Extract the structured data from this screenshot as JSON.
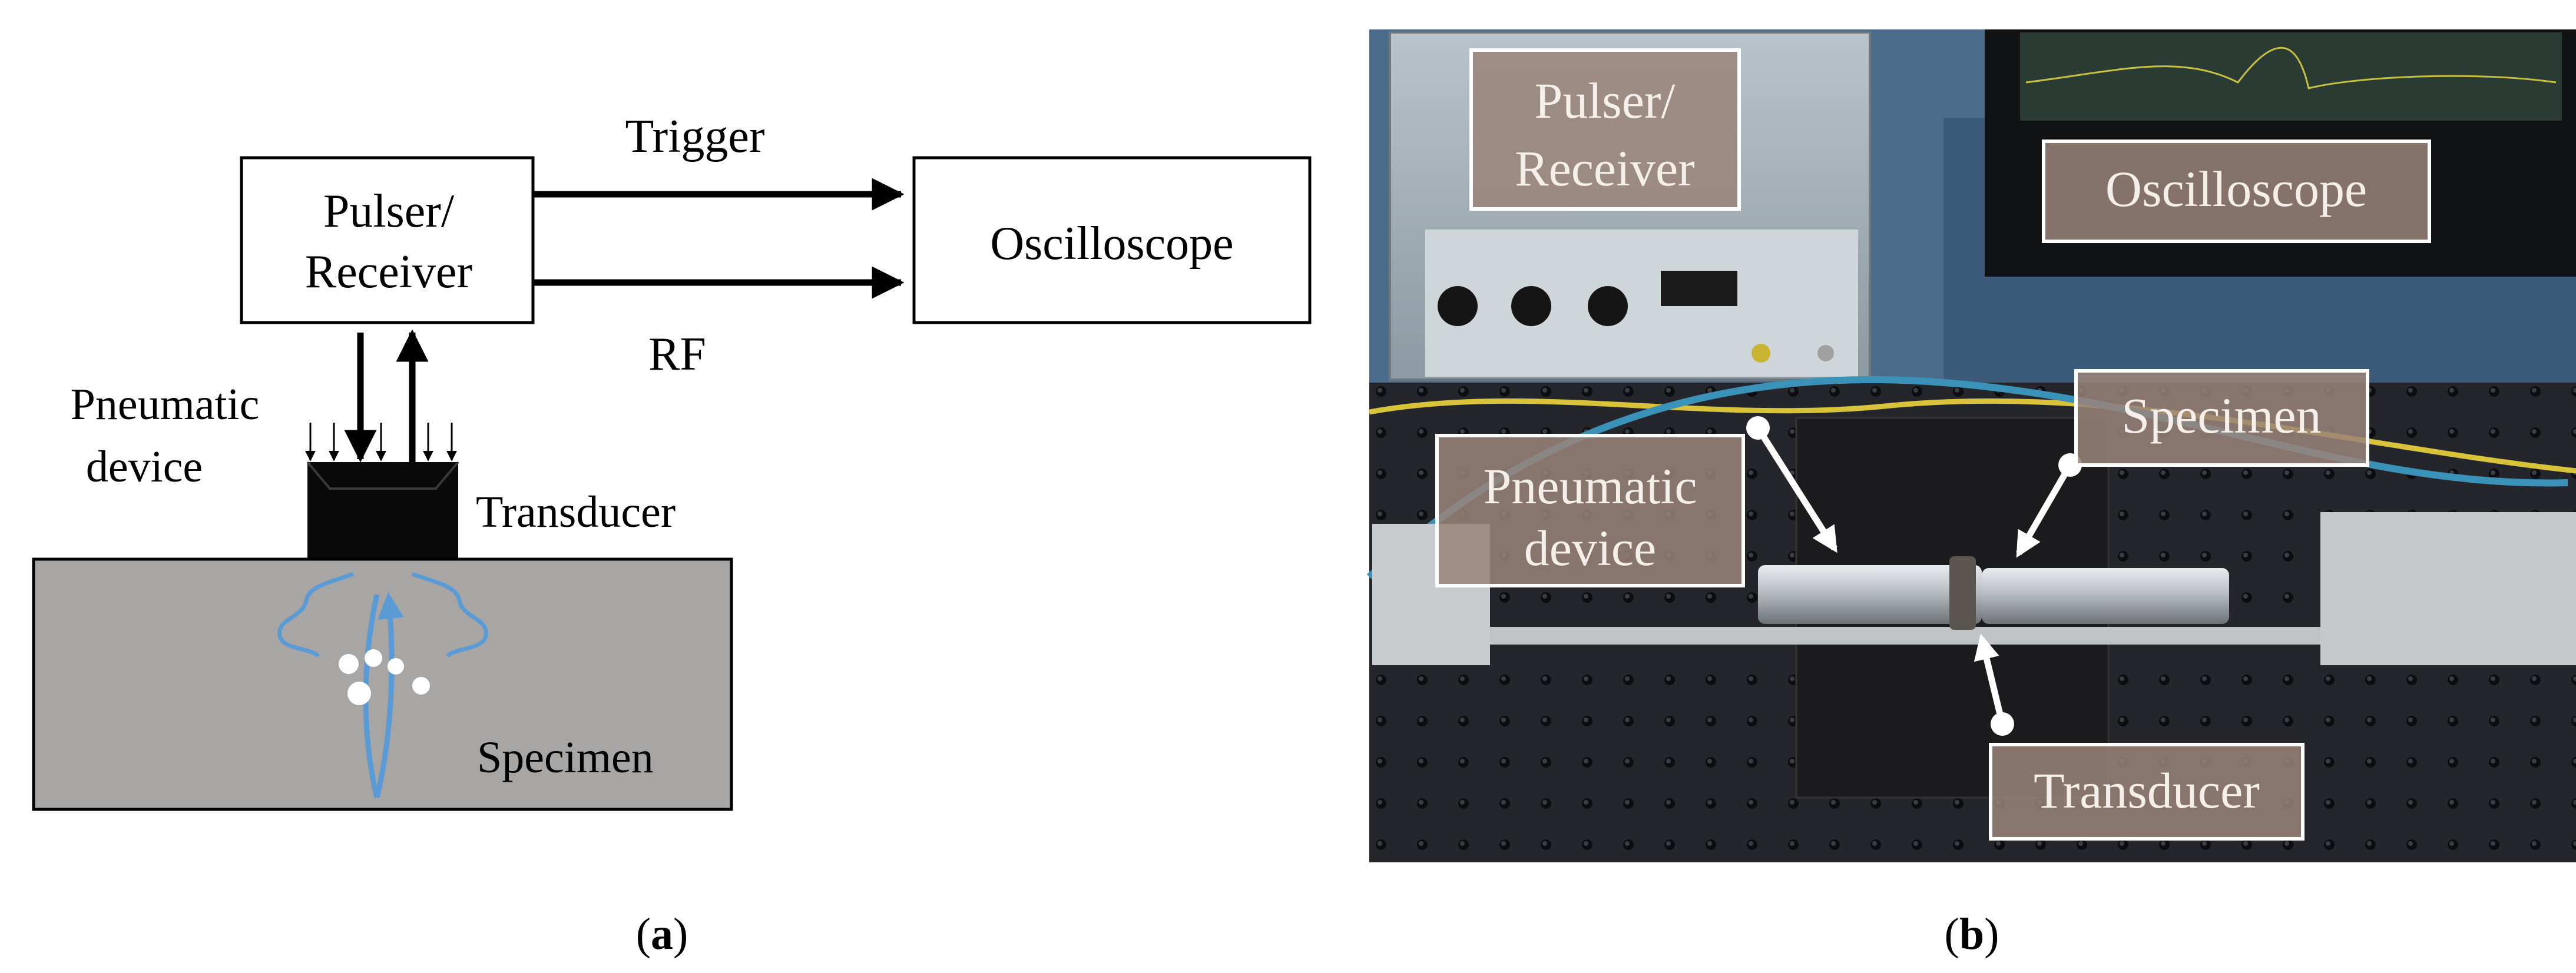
{
  "panel_a": {
    "pulser_line1": "Pulser/",
    "pulser_line2": "Receiver",
    "oscilloscope": "Oscilloscope",
    "trigger": "Trigger",
    "rf": "RF",
    "pneumatic_line1": "Pneumatic",
    "pneumatic_line2": "device",
    "transducer": "Transducer",
    "specimen": "Specimen",
    "caption": "a",
    "colors": {
      "specimen_fill": "#a8a5a5",
      "wave": "#5b9bd5",
      "transducer_fill": "#0a0a0a"
    }
  },
  "panel_b": {
    "pulser_line1": "Pulser/",
    "pulser_line2": "Receiver",
    "oscilloscope": "Oscilloscope",
    "specimen": "Specimen",
    "pneumatic_line1": "Pneumatic",
    "pneumatic_line2": "device",
    "transducer": "Transducer",
    "caption": "b",
    "colors": {
      "label_fill": "#9a8479",
      "label_text": "#f4efe9",
      "optical_table": "#23252a"
    }
  }
}
